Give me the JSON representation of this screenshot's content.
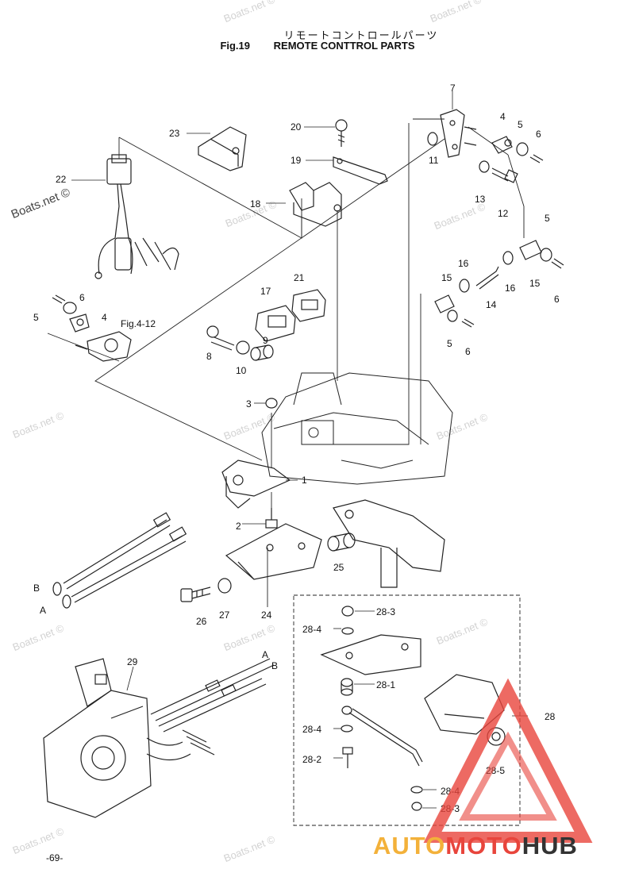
{
  "header": {
    "jp_title": "リモートコントロールパーツ",
    "fig_number": "Fig.19",
    "en_title": "REMOTE CONTTROL PARTS"
  },
  "callouts": {
    "c1": "1",
    "c2": "2",
    "c3": "3",
    "c4a": "4",
    "c4b": "4",
    "c5a": "5",
    "c5b": "5",
    "c5c": "5",
    "c6a": "6",
    "c6b": "6",
    "c6c": "6",
    "c7": "7",
    "c8": "8",
    "c9": "9",
    "c10": "10",
    "c11": "11",
    "c12": "12",
    "c13": "13",
    "c14": "14",
    "c15a": "15",
    "c15b": "15",
    "c16a": "16",
    "c16b": "16",
    "c17": "17",
    "c18": "18",
    "c19": "19",
    "c20": "20",
    "c21": "21",
    "c22": "22",
    "c23": "23",
    "c24": "24",
    "c25": "25",
    "c26": "26",
    "c27": "27",
    "c28": "28",
    "c29": "29",
    "c28_1": "28-1",
    "c28_2": "28-2",
    "c28_3a": "28-3",
    "c28_3b": "28-3",
    "c28_4a": "28-4",
    "c28_4b": "28-4",
    "c28_4c": "28-4",
    "c28_5": "28-5",
    "figref": "Fig.4-12",
    "cableA1": "A",
    "cableB1": "B",
    "cableA2": "A",
    "cableB2": "B"
  },
  "watermark": {
    "text": "Boats.net ©"
  },
  "brand": {
    "part1": "AUTO",
    "part2": "MOTO",
    "part3": "HUB"
  },
  "footer": {
    "page_number": "-69-"
  },
  "colors": {
    "brand_yellow": "#f3b13a",
    "brand_red": "#e8453c",
    "brand_dark": "#333333"
  }
}
